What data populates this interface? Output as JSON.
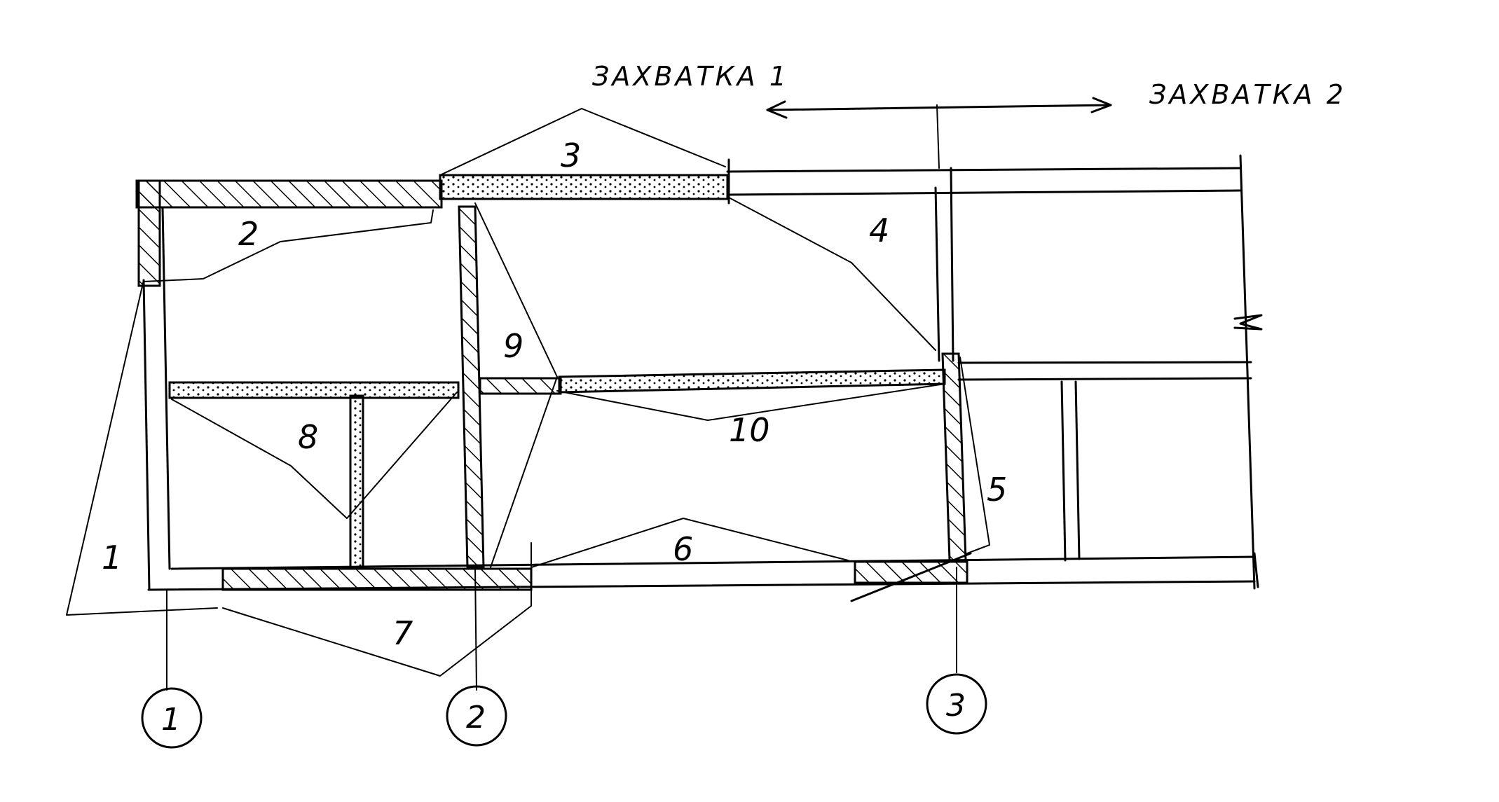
{
  "header": {
    "zone1_label": "ЗАХВАТКА 1",
    "zone2_label": "ЗАХВАТКА 2"
  },
  "callouts": [
    "1",
    "2",
    "3",
    "4",
    "5",
    "6",
    "7",
    "8",
    "9",
    "10"
  ],
  "axes": [
    "1",
    "2",
    "3"
  ]
}
